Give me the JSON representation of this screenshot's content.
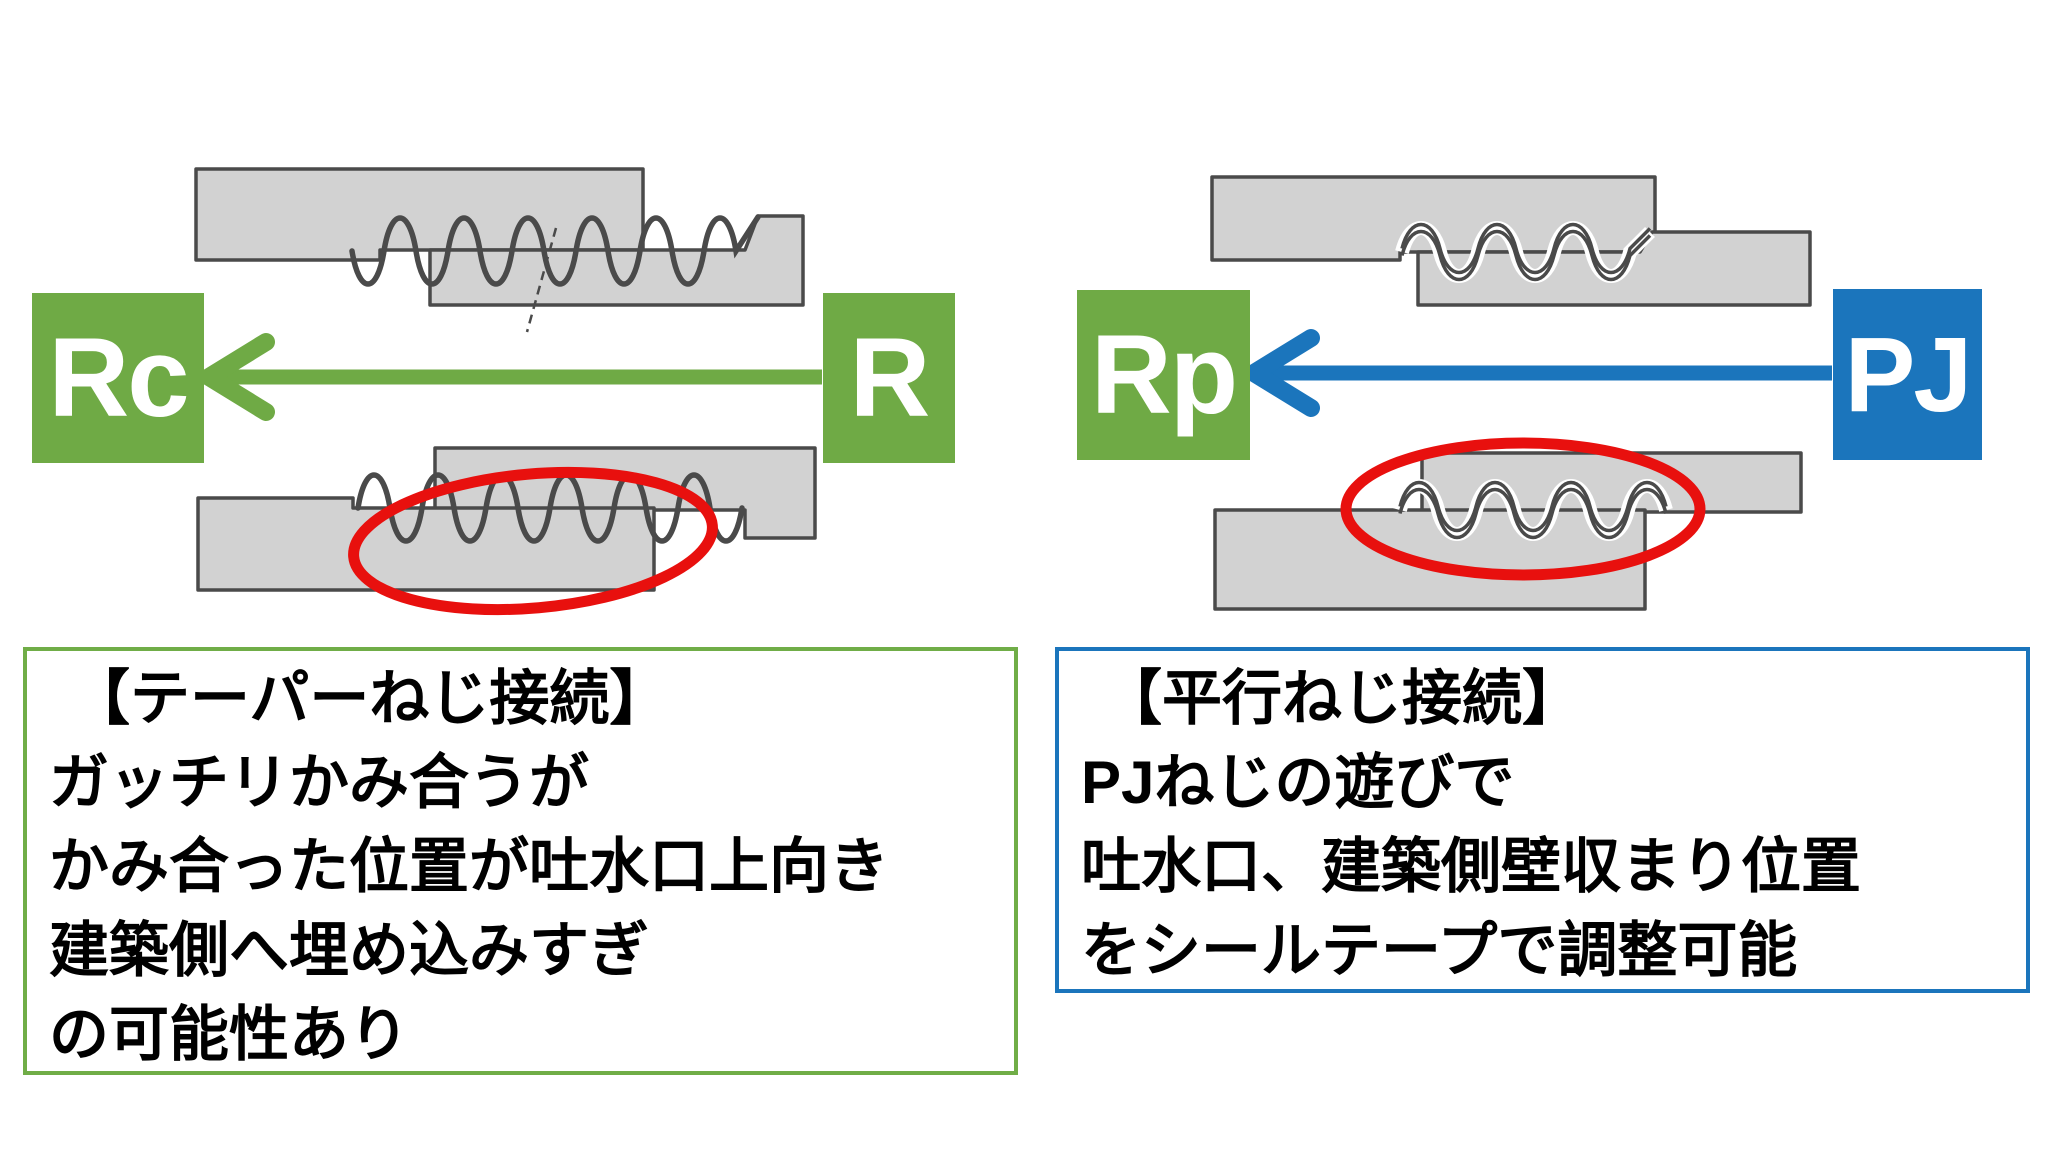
{
  "colors": {
    "green": "#6faa45",
    "green_border": "#70ad47",
    "blue": "#1b75bc",
    "red": "#e8100e",
    "block_fill": "#d2d2d2",
    "block_stroke": "#4a4a4a",
    "background": "#ffffff",
    "label_text": "#ffffff",
    "caption_text": "#000000"
  },
  "left_diagram": {
    "label_left": "Rc",
    "label_right": "R",
    "arrow_direction": "left",
    "caption_lines": [
      "【テーパーねじ接続】",
      "ガッチリかみ合うが",
      "かみ合った位置が吐水口上向き",
      "建築側へ埋め込みすぎ",
      "の可能性あり"
    ]
  },
  "right_diagram": {
    "label_left": "Rp",
    "label_right": "PJ",
    "arrow_direction": "left",
    "caption_lines": [
      "【平行ねじ接続】",
      "PJねじの遊びで",
      "吐水口、建築側壁収まり位置",
      "をシールテープで調整可能"
    ]
  }
}
